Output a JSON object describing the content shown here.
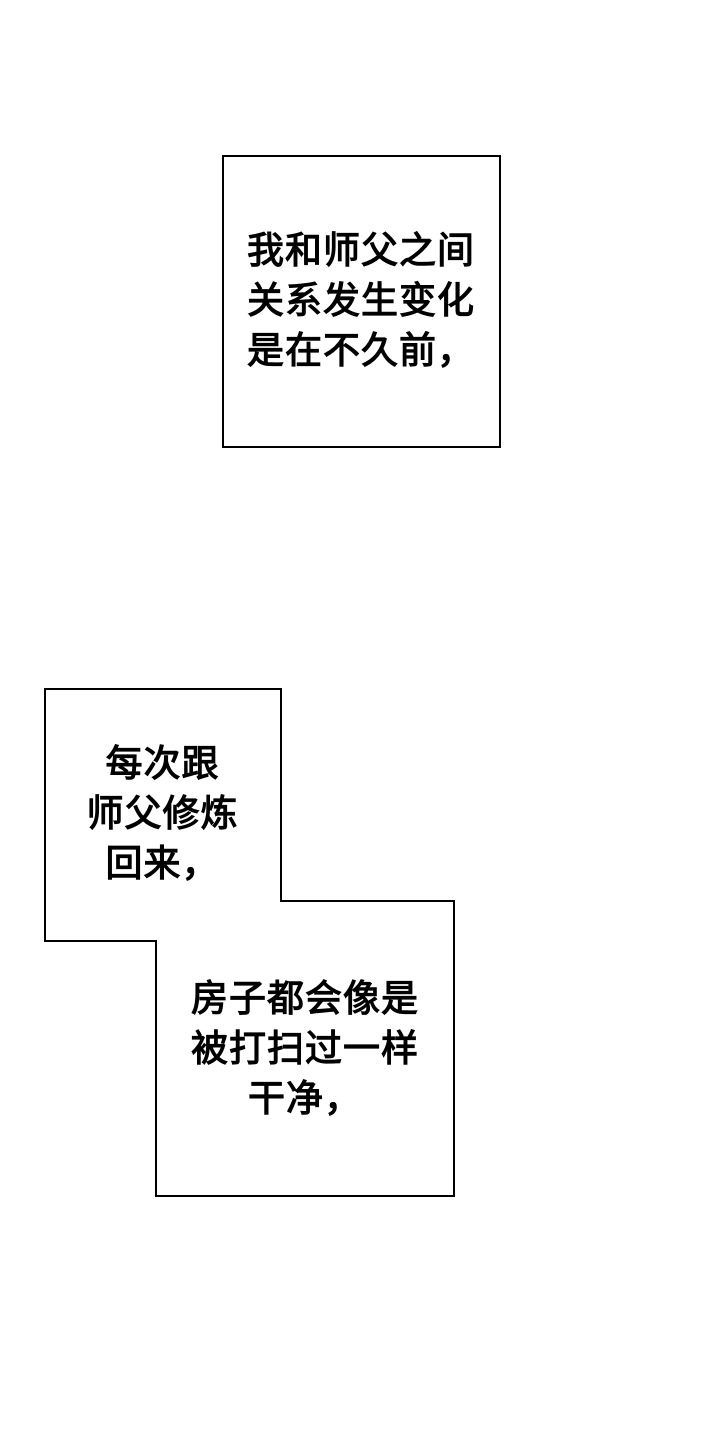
{
  "page": {
    "background_color": "#ffffff",
    "panel_border_color": "#000000",
    "text_color": "#000000"
  },
  "narration_boxes": [
    {
      "id": "narration-1",
      "lines": [
        "我和师父之间",
        "关系发生变化",
        "是在不久前，"
      ]
    },
    {
      "id": "narration-2",
      "lines": [
        "每次跟",
        "师父修炼",
        "回来，"
      ]
    },
    {
      "id": "narration-3",
      "lines": [
        "房子都会像是",
        "被打扫过一样",
        "干净，"
      ]
    }
  ]
}
